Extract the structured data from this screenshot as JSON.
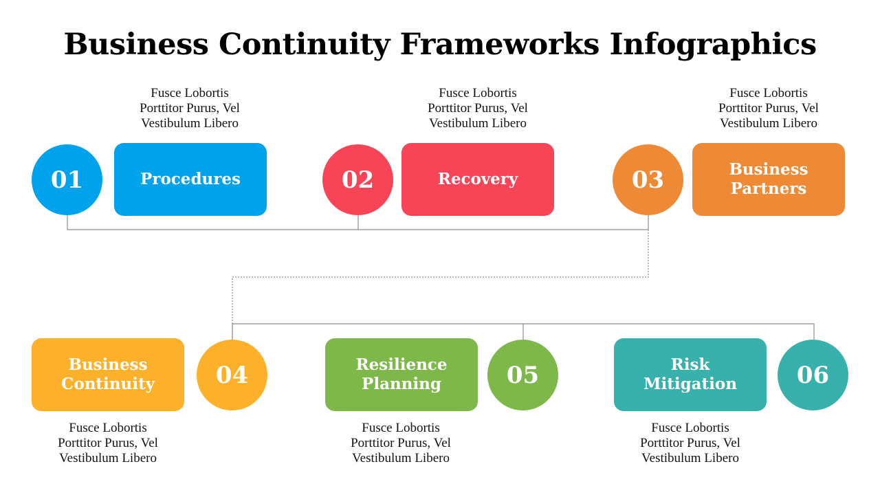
{
  "title": "Business Continuity Frameworks Infographics",
  "colors": {
    "blue": "#00A2EC",
    "red": "#F84457",
    "orange": "#EE8A36",
    "yellow": "#FDB12A",
    "green": "#7EB84A",
    "teal": "#38B0AC",
    "connector": "#8C8C8C"
  },
  "desc": {
    "line1": "Fusce Lobortis",
    "line2": "Porttitor Purus, Vel",
    "line3": "Vestibulum Libero"
  },
  "steps": [
    {
      "number": "01",
      "label": "Procedures",
      "color": "#00A2EC"
    },
    {
      "number": "02",
      "label": "Recovery",
      "color": "#F84457"
    },
    {
      "number": "03",
      "label": "Business Partners",
      "color": "#EE8A36"
    },
    {
      "number": "04",
      "label": "Business Continuity",
      "color": "#FDB12A"
    },
    {
      "number": "05",
      "label": "Resilience Planning",
      "color": "#7EB84A"
    },
    {
      "number": "06",
      "label": "Risk Mitigation",
      "color": "#38B0AC"
    }
  ]
}
